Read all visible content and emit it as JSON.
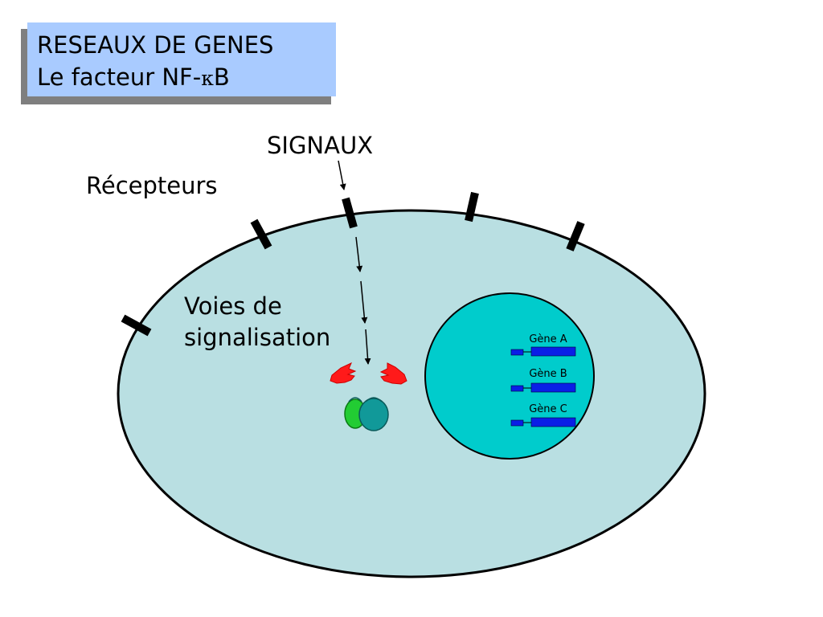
{
  "title": {
    "line1": "RESEAUX DE GENES",
    "line2_prefix": "Le facteur NF-",
    "line2_greek": "κ",
    "line2_suffix": "B"
  },
  "labels": {
    "signaux": "SIGNAUX",
    "recepteurs": "Récepteurs",
    "voies_line1": "Voies de",
    "voies_line2": "signalisation"
  },
  "genes": [
    {
      "label": "Gène A"
    },
    {
      "label": "Gène B"
    },
    {
      "label": "Gène C"
    }
  ],
  "colors": {
    "title_bg": "#a9cbff",
    "cell_fill": "#b9dfe2",
    "nucleus_fill": "#00cccc",
    "gene_blue": "#0a1fe6",
    "ikb_red": "#ff1a1a",
    "p50_green": "#22cc33",
    "p65_teal": "#119999",
    "receptor": "#000000"
  }
}
